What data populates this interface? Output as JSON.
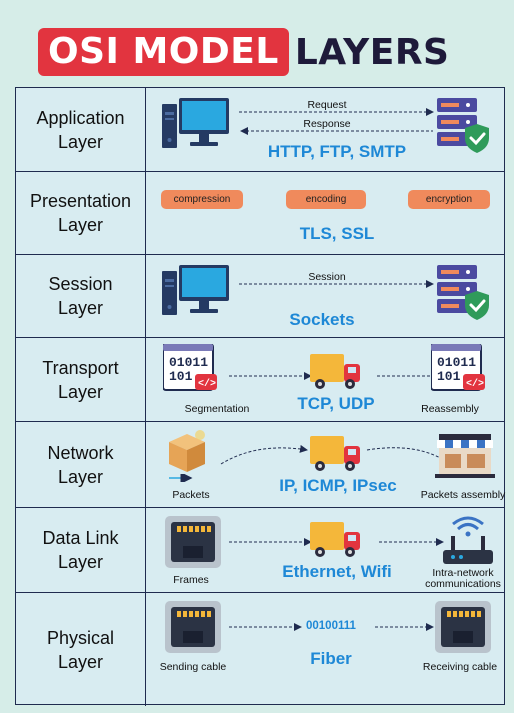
{
  "title": {
    "part1": "OSI MODEL",
    "part2": "LAYERS"
  },
  "layers": [
    {
      "line1": "Application",
      "line2": "Layer",
      "arrow_top": "Request",
      "arrow_bottom": "Response",
      "protocols": "HTTP, FTP, SMTP"
    },
    {
      "line1": "Presentation",
      "line2": "Layer",
      "pills": [
        "compression",
        "encoding",
        "encryption"
      ],
      "protocols": "TLS, SSL"
    },
    {
      "line1": "Session",
      "line2": "Layer",
      "arrow_label": "Session",
      "protocols": "Sockets"
    },
    {
      "line1": "Transport",
      "line2": "Layer",
      "left_caption": "Segmentation",
      "right_caption": "Reassembly",
      "protocols": "TCP, UDP"
    },
    {
      "line1": "Network",
      "line2": "Layer",
      "left_caption": "Packets",
      "right_caption": "Packets assembly",
      "protocols": "IP, ICMP, IPsec"
    },
    {
      "line1": "Data Link",
      "line2": "Layer",
      "left_caption": "Frames",
      "right_caption_1": "Intra-network",
      "right_caption_2": "communications",
      "protocols": "Ethernet, Wifi"
    },
    {
      "line1": "Physical",
      "line2": "Layer",
      "left_caption": "Sending cable",
      "right_caption": "Receiving cable",
      "bits": "00100111",
      "protocols": "Fiber"
    }
  ],
  "icons": {
    "computer": "desktop-computer-icon",
    "server": "secure-server-icon",
    "binary": "binary-code-icon",
    "truck": "delivery-truck-icon",
    "package": "package-icon",
    "store": "store-icon",
    "ethernet": "ethernet-port-icon",
    "router": "wifi-router-icon"
  },
  "colors": {
    "title_red": "#e2343f",
    "protocol_blue": "#1e88d6",
    "pill_orange": "#f08a5c",
    "border": "#1f2b4f"
  }
}
